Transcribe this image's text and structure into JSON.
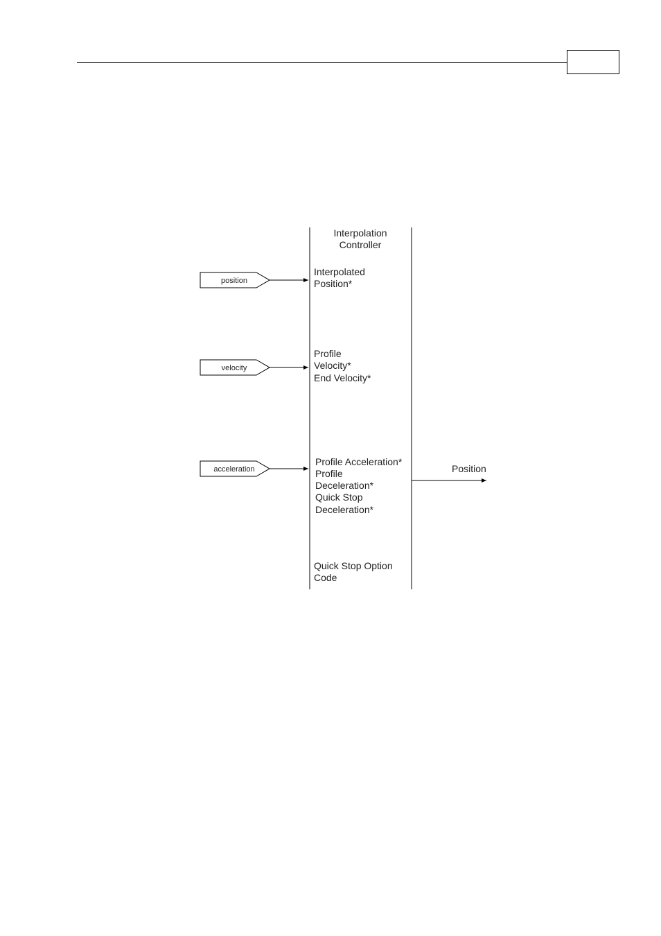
{
  "header": {
    "page_box_text": ""
  },
  "diagram": {
    "controller_title": [
      "Interpolation",
      "Controller"
    ],
    "inputs": [
      {
        "tag": "position",
        "lines": [
          "Interpolated",
          "Position*"
        ]
      },
      {
        "tag": "velocity",
        "lines": [
          "Profile",
          "Velocity*",
          "End Velocity*"
        ]
      },
      {
        "tag": "acceleration",
        "lines": [
          "Profile Acceleration*",
          "Profile",
          "Deceleration*",
          "Quick Stop",
          "Deceleration*"
        ]
      }
    ],
    "bottom_parameter": [
      "Quick Stop Option",
      "Code"
    ],
    "output_label": "Position"
  }
}
